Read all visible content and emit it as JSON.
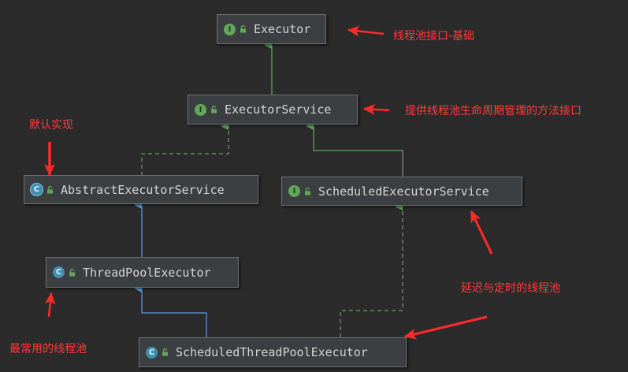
{
  "nodes": {
    "executor": {
      "label": "Executor",
      "kind": "interface"
    },
    "executor_service": {
      "label": "ExecutorService",
      "kind": "interface"
    },
    "abstract_executor_service": {
      "label": "AbstractExecutorService",
      "kind": "abstract-class"
    },
    "scheduled_executor_service": {
      "label": "ScheduledExecutorService",
      "kind": "interface"
    },
    "thread_pool_executor": {
      "label": "ThreadPoolExecutor",
      "kind": "class"
    },
    "scheduled_thread_pool_executor": {
      "label": "ScheduledThreadPoolExecutor",
      "kind": "class"
    }
  },
  "badges": {
    "interface": "I",
    "class": "C"
  },
  "edges": [
    {
      "from": "executor_service",
      "to": "executor",
      "type": "extends"
    },
    {
      "from": "abstract_executor_service",
      "to": "executor_service",
      "type": "implements"
    },
    {
      "from": "scheduled_executor_service",
      "to": "executor_service",
      "type": "extends"
    },
    {
      "from": "thread_pool_executor",
      "to": "abstract_executor_service",
      "type": "extends"
    },
    {
      "from": "scheduled_thread_pool_executor",
      "to": "thread_pool_executor",
      "type": "extends"
    },
    {
      "from": "scheduled_thread_pool_executor",
      "to": "scheduled_executor_service",
      "type": "implements"
    }
  ],
  "annotations": {
    "executor_note": "线程池接口-基础",
    "executor_service_note": "提供线程池生命周期管理的方法接口",
    "default_impl_note": "默认实现",
    "scheduled_note": "延迟与定时的线程池",
    "common_note": "最常用的线程池"
  },
  "colors": {
    "background": "#2b2b2b",
    "node_fill": "#3c3f41",
    "node_border": "#6f7275",
    "node_text": "#d4d4d4",
    "interface_edge": "#62a85a",
    "class_edge": "#5b9ae0",
    "annotation": "#ff3b3b"
  }
}
